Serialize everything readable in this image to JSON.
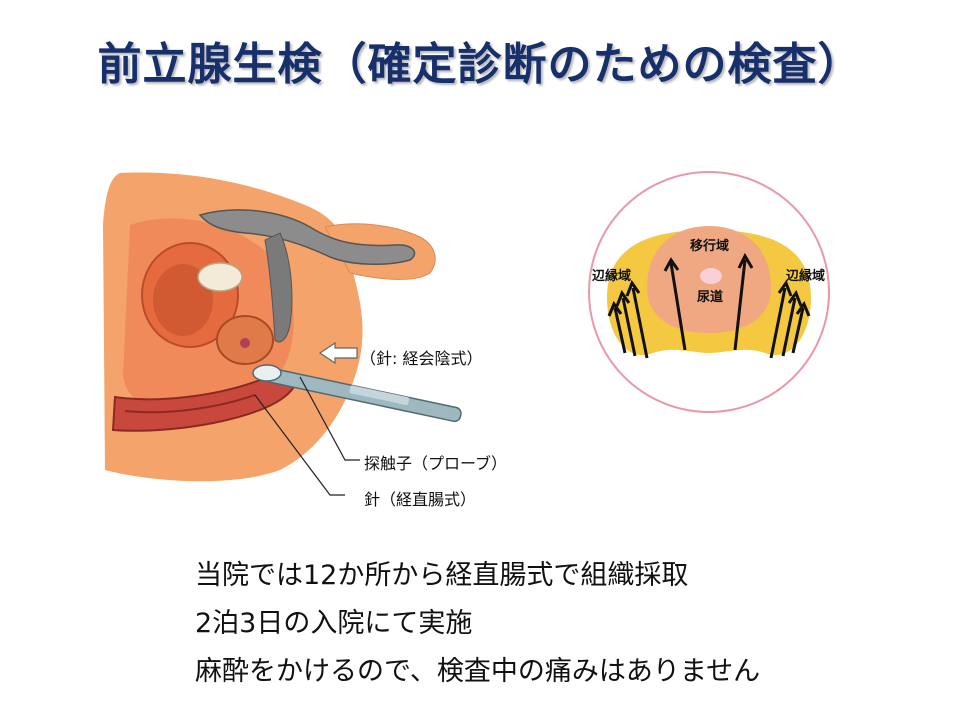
{
  "title": "前立腺生検（確定診断のための検査）",
  "labels": {
    "perineal": "（針: 経会陰式）",
    "probe": "探触子（プローブ）",
    "needle_rectal": "針（経直腸式）"
  },
  "zones": {
    "transition": "移行域",
    "peripheral_left": "辺縁域",
    "peripheral_right": "辺縁域",
    "urethra": "尿道"
  },
  "bullets": [
    "当院では12か所から経直腸式で組織採取",
    "2泊3日の入院にて実施",
    "麻酔をかけるので、検査中の痛みはありません"
  ],
  "colors": {
    "title": "#17306b",
    "skin": "#f4a46a",
    "rectum": "#c8483e",
    "prostate": "#d9663a",
    "peripheral_zone": "#f5c842",
    "transition_zone": "#f0a882",
    "circle_border": "#e898a8"
  }
}
